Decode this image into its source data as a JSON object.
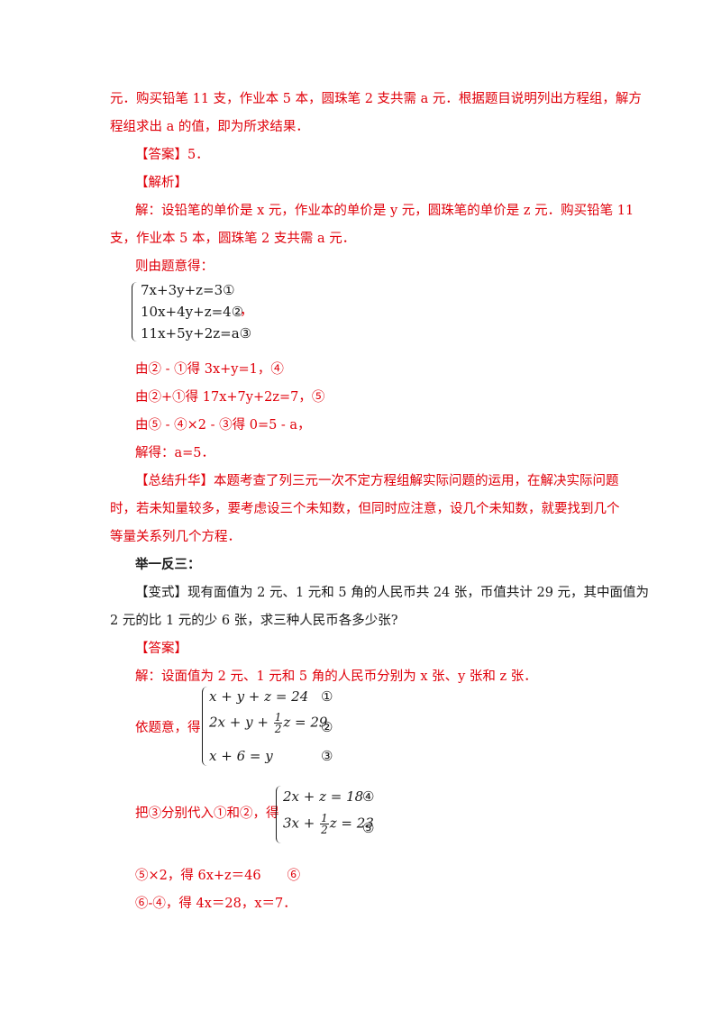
{
  "lines": {
    "l1": "元．购买铅笔 11 支，作业本 5 本，圆珠笔 2 支共需 a 元．根据题目说明列出方程组，解方",
    "l2": "程组求出 a 的值，即为所求结果．",
    "ans1": "【答案】5．",
    "jiexi": "【解析】",
    "s1": "解：设铅笔的单价是 x 元，作业本的单价是 y 元，圆珠笔的单价是 z 元．购买铅笔 11",
    "s2": "支，作业本 5 本，圆珠笔 2 支共需 a 元．",
    "s3": "则由题意得：",
    "sysA_1": "7x+3y+z=3①",
    "sysA_2": "10x+4y+z=4②",
    "sysA_3": "11x+5y+2z=a③",
    "sysA_comma": "，",
    "d1": "由② - ①得 3x+y=1，④",
    "d2": "由②+①得 17x+7y+2z=7，⑤",
    "d3": "由⑤ - ④×2 - ③得 0=5 - a，",
    "d4": "解得：a=5．",
    "sum1": "【总结升华】本题考查了列三元一次不定方程组解实际问题的运用，在解决实际问题",
    "sum2": "时，若未知量较多，要考虑设三个未知数，但同时应注意，设几个未知数，就要找到几个",
    "sum3": "等量关系列几个方程．",
    "jyfs": "举一反三：",
    "v1": "【变式】现有面值为 2 元、1 元和 5 角的人民币共 24 张，币值共计 29 元，其中面值为",
    "v2": "2 元的比 1 元的少 6 张，求三种人民币各多少张?",
    "ans2": "【答案】",
    "v3": "解：设面值为 2 元、1 元和 5 角的人民币分别为 x 张、y 张和 z 张．",
    "yty": "依题意，得",
    "sub": "把③分别代入①和②，得",
    "x2": "⑤×2，得 6x+z＝46　　⑥",
    "x3": "⑥-④，得 4x＝28，x＝7．"
  },
  "sysB": {
    "e1": "x + y + z = 24",
    "e1n": "①",
    "e2a": "2x + y + ",
    "e2b": "z = 29",
    "e2n": "②",
    "e3": "x + 6 = y",
    "e3n": "③",
    "num": "1",
    "den": "2"
  },
  "sysC": {
    "e1": "2x + z = 18",
    "e1n": "④",
    "e2a": "3x + ",
    "e2b": "z = 23",
    "e2n": "⑤",
    "num": "1",
    "den": "2"
  }
}
